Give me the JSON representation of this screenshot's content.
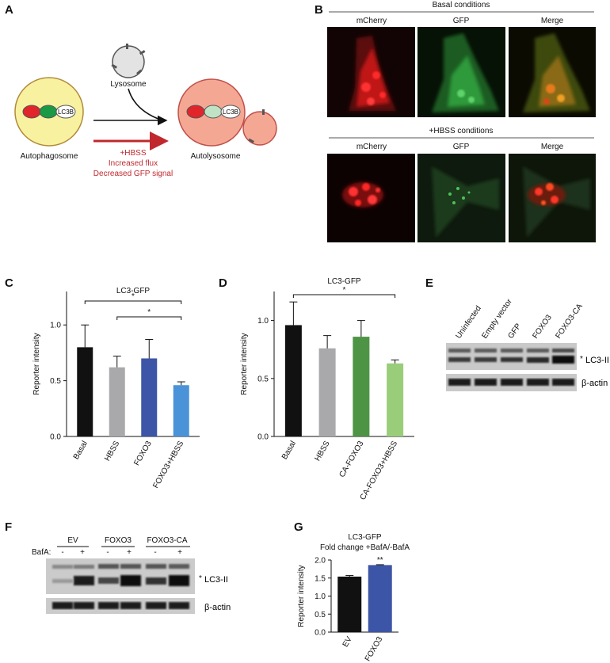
{
  "panels": {
    "A": "A",
    "B": "B",
    "C": "C",
    "D": "D",
    "E": "E",
    "F": "F",
    "G": "G"
  },
  "diagram": {
    "lysosome": "Lysosome",
    "autophagosome": "Autophagosome",
    "autolysosome": "Autolysosome",
    "lc3b": "LC3B",
    "arrow_line1": "+HBSS",
    "arrow_line2": "Increased flux",
    "arrow_line3": "Decreased GFP signal",
    "colors": {
      "red_text": "#c0282e",
      "yellow": "#f8f2a0",
      "salmon": "#f4a894"
    }
  },
  "micrographs": {
    "basal_title": "Basal conditions",
    "hbss_title": "+HBSS conditions",
    "columns": [
      "mCherry",
      "GFP",
      "Merge"
    ]
  },
  "blot_E": {
    "lanes": [
      "Uninfected",
      "Empty vector",
      "GFP",
      "FOXO3",
      "FOXO3-CA"
    ],
    "lc3_label": "LC3-II",
    "actin_label": "β-actin",
    "star": "*"
  },
  "blot_F": {
    "groups": [
      "EV",
      "FOXO3",
      "FOXO3-CA"
    ],
    "bafa_label": "BafA:",
    "signs": [
      "-",
      "+",
      "-",
      "+",
      "-",
      "+"
    ],
    "lc3_label": "LC3-II",
    "actin_label": "β-actin",
    "star": "*"
  },
  "chart_data": [
    {
      "panel": "C",
      "type": "bar",
      "title": "LC3-GFP",
      "ylabel": "Reporter intensity",
      "categories": [
        "Basal",
        "HBSS",
        "FOXO3",
        "FOXO3+HBSS"
      ],
      "values": [
        0.8,
        0.62,
        0.7,
        0.46
      ],
      "errors": [
        0.2,
        0.1,
        0.17,
        0.03
      ],
      "colors": [
        "#111111",
        "#a9a9ab",
        "#3d55a6",
        "#4a93d8"
      ],
      "ylim": [
        0,
        1.3
      ],
      "yticks": [
        "0.0",
        "0.5",
        "1.0"
      ],
      "significance": [
        {
          "from": 0,
          "to": 3,
          "label": "*"
        },
        {
          "from": 1,
          "to": 3,
          "label": "*"
        }
      ]
    },
    {
      "panel": "D",
      "type": "bar",
      "title": "LC3-GFP",
      "ylabel": "Reporter intensity",
      "categories": [
        "Basal",
        "HBSS",
        "CA-FOXO3",
        "CA-FOXO3+HBSS"
      ],
      "values": [
        0.96,
        0.76,
        0.86,
        0.63
      ],
      "errors": [
        0.2,
        0.11,
        0.14,
        0.03
      ],
      "colors": [
        "#111111",
        "#a9a9ab",
        "#4e9445",
        "#9acd7a"
      ],
      "ylim": [
        0,
        1.25
      ],
      "yticks": [
        "0.0",
        "0.5",
        "1.0"
      ],
      "significance": [
        {
          "from": 0,
          "to": 3,
          "label": "*"
        }
      ]
    },
    {
      "panel": "G",
      "type": "bar",
      "title": "LC3-GFP",
      "subtitle": "Fold change +BafA/-BafA",
      "ylabel": "Reporter intensity",
      "categories": [
        "EV",
        "FOXO3"
      ],
      "values": [
        1.54,
        1.86
      ],
      "errors": [
        0.03,
        0.01
      ],
      "colors": [
        "#111111",
        "#3d55a6"
      ],
      "ylim": [
        0,
        2.0
      ],
      "yticks": [
        "0.0",
        "0.5",
        "1.0",
        "1.5",
        "2.0"
      ],
      "bar_labels": [
        "",
        "**"
      ]
    }
  ]
}
